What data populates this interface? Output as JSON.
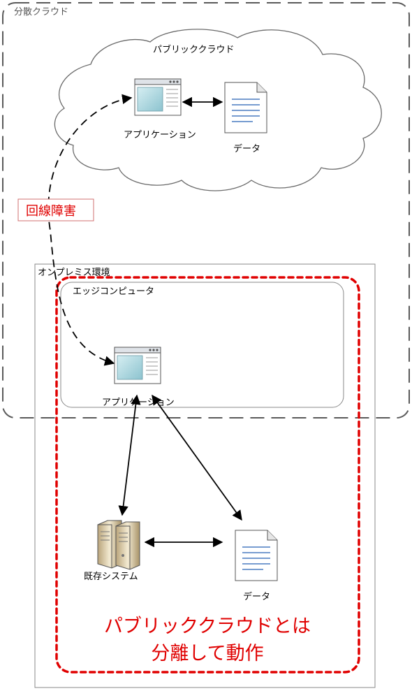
{
  "colors": {
    "emphasis_red": "#e00000",
    "dashed_border": "#5a5a5a",
    "window_accent": "#a8d3dc",
    "doc_lines": "#4a7cc0"
  },
  "regions": {
    "distributed_cloud": "分散クラウド",
    "public_cloud": "パブリッククラウド",
    "on_premises": "オンプレミス環境",
    "edge_computer": "エッジコンピュータ"
  },
  "nodes": {
    "cloud_app": "アプリケーション",
    "cloud_data": "データ",
    "edge_app": "アプリケーション",
    "legacy_system": "既存システム",
    "onprem_data": "データ"
  },
  "icons": {
    "app_window": "application-window-icon",
    "document": "document-icon",
    "server": "server-icon"
  },
  "annotations": {
    "line_failure": "回線障害",
    "isolated_line1": "パブリッククラウドとは",
    "isolated_line2": "分離して動作"
  }
}
